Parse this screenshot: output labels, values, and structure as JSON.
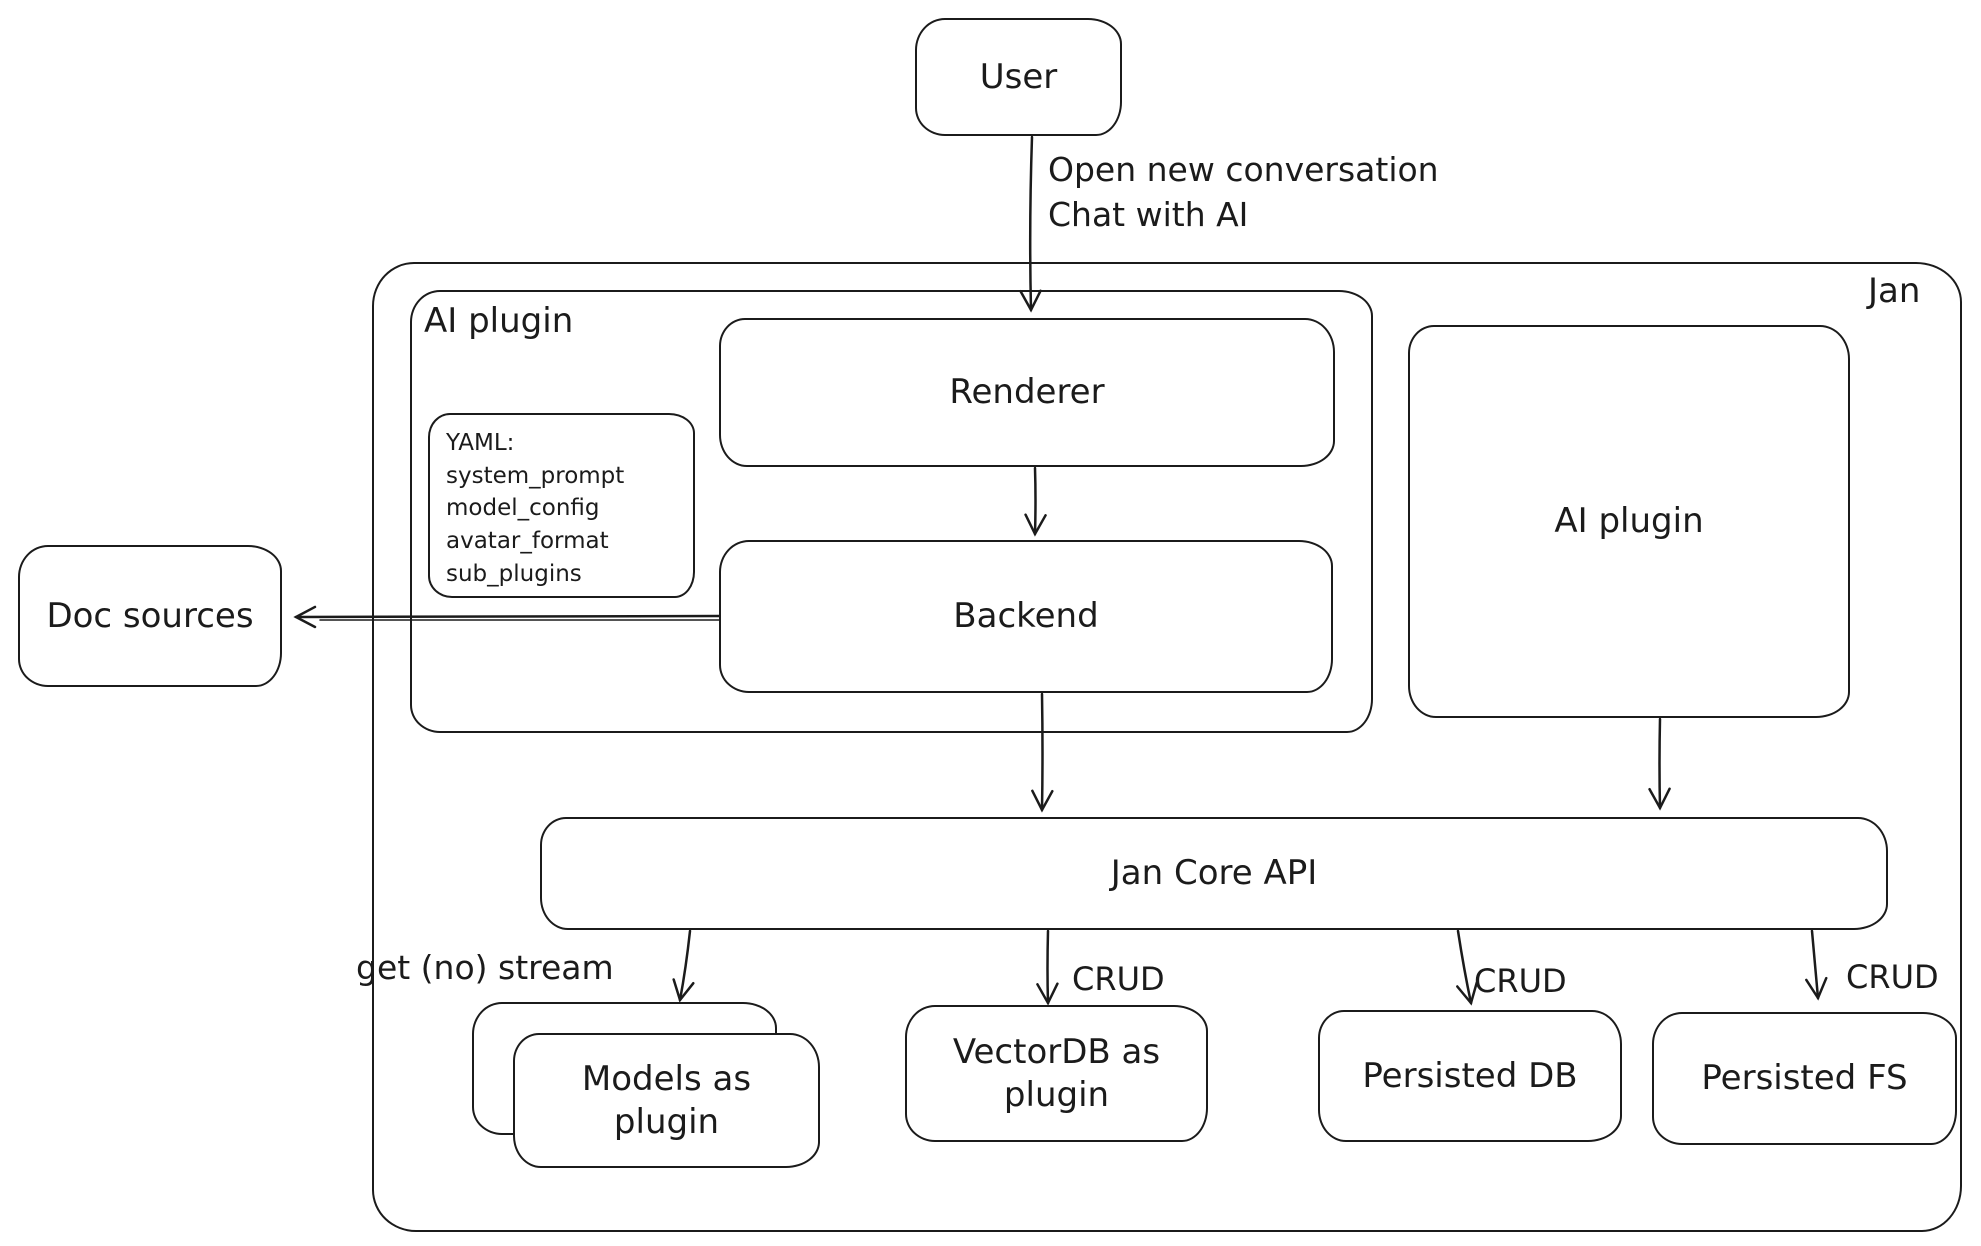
{
  "diagram": {
    "nodes": {
      "user": "User",
      "jan": "Jan",
      "ai_plugin_container": "AI plugin",
      "renderer": "Renderer",
      "backend": "Backend",
      "ai_plugin_right": "AI plugin",
      "doc_sources": "Doc sources",
      "jan_core_api": "Jan Core API",
      "models_as_plugin": "Models as plugin",
      "vectordb_as_plugin": "VectorDB as plugin",
      "persisted_db": "Persisted DB",
      "persisted_fs": "Persisted FS"
    },
    "note": {
      "title": "YAML:",
      "lines": [
        "system_prompt",
        "model_config",
        "avatar_format",
        "sub_plugins"
      ]
    },
    "edge_labels": {
      "user_to_renderer_line1": "Open new conversation",
      "user_to_renderer_line2": "Chat with AI",
      "get_no_stream": "get (no) stream",
      "crud_vectordb": "CRUD",
      "crud_persisted_db": "CRUD",
      "crud_persisted_fs": "CRUD"
    },
    "colors": {
      "stroke": "#1b1b1b",
      "background": "#ffffff"
    }
  }
}
